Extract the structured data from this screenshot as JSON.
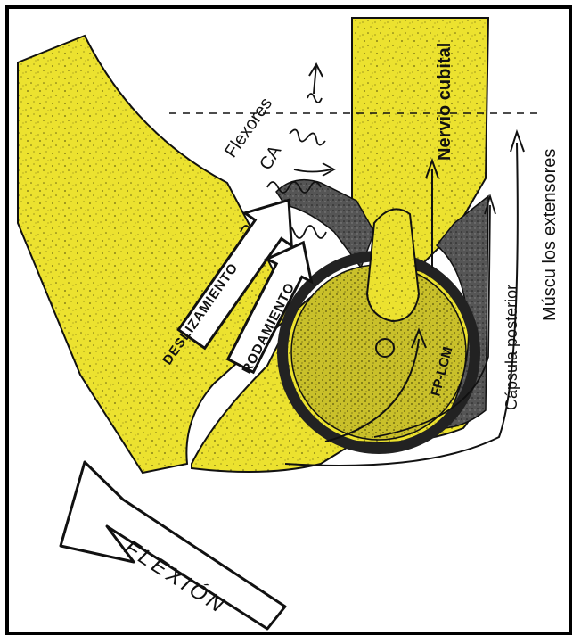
{
  "figure": {
    "labels": {
      "flexores": "Flexores",
      "ca": "CA",
      "nervio_cubital": "Nervio cubital",
      "musculos_extensores": "Múscu los extensores",
      "capsula_posterior": "Cápsula posterior",
      "fp_lcm": "FP-LCM",
      "deslizamiento": "DESLIZAMIENTO",
      "rodamiento": "RODAMIENTO",
      "flexion": "FLEXIÓN"
    },
    "colors": {
      "bone_fill": "#ece22f",
      "bone_dark": "#8a8218",
      "outline": "#111111",
      "shaded": "#4a4a4a"
    },
    "icons": {
      "flexion_arrow": "large-outline-arrow",
      "glide_arrow": "block-arrow",
      "roll_arrow": "block-arrow",
      "spring_ligament": "coil"
    }
  }
}
